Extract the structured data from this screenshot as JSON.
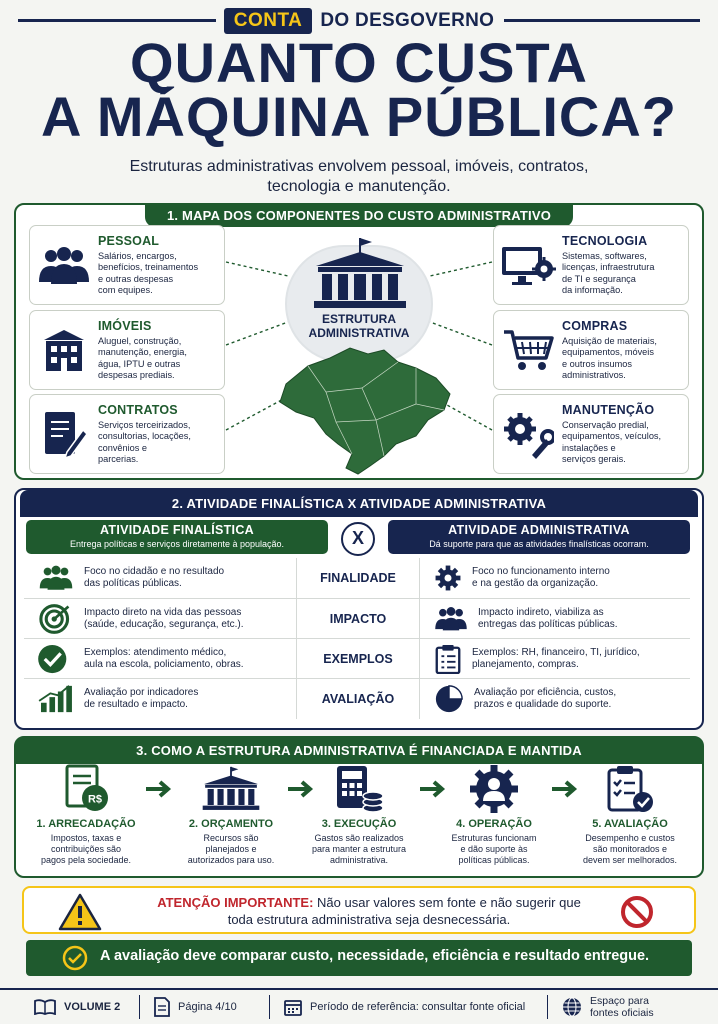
{
  "brand": {
    "tag": "CONTA",
    "rest": "DO DESGOVERNO"
  },
  "title": {
    "line1": "QUANTO CUSTA",
    "line2": "A MÁQUINA PÚBLICA?"
  },
  "subtitle": {
    "line1": "Estruturas administrativas envolvem pessoal, imóveis, contratos,",
    "line2": "tecnologia e manutenção."
  },
  "section1": {
    "heading": "1. MAPA DOS COMPONENTES DO CUSTO ADMINISTRATIVO",
    "center": {
      "line1": "ESTRUTURA",
      "line2": "ADMINISTRATIVA"
    },
    "left": [
      {
        "title": "PESSOAL",
        "text": [
          "Salários, encargos,",
          "benefícios, treinamentos",
          "e outras despesas",
          "com equipes."
        ],
        "icon": "people-icon"
      },
      {
        "title": "IMÓVEIS",
        "text": [
          "Aluguel, construção,",
          "manutenção, energia,",
          "água, IPTU e outras",
          "despesas prediais."
        ],
        "icon": "building-icon"
      },
      {
        "title": "CONTRATOS",
        "text": [
          "Serviços terceirizados,",
          "consultorias, locações,",
          "convênios e",
          "parcerias."
        ],
        "icon": "contract-icon"
      }
    ],
    "right": [
      {
        "title": "TECNOLOGIA",
        "text": [
          "Sistemas, softwares,",
          "licenças, infraestrutura",
          "de TI e segurança",
          "da informação."
        ],
        "icon": "computer-icon"
      },
      {
        "title": "COMPRAS",
        "text": [
          "Aquisição de materiais,",
          "equipamentos, móveis",
          "e outros insumos",
          "administrativos."
        ],
        "icon": "cart-icon"
      },
      {
        "title": "MANUTENÇÃO",
        "text": [
          "Conservação predial,",
          "equipamentos, veículos,",
          "instalações e",
          "serviços gerais."
        ],
        "icon": "tools-icon"
      }
    ]
  },
  "section2": {
    "heading": "2. ATIVIDADE FINALÍSTICA X ATIVIDADE ADMINISTRATIVA",
    "left_head": {
      "title": "ATIVIDADE FINALÍSTICA",
      "sub": "Entrega políticas e serviços diretamente à população."
    },
    "right_head": {
      "title": "ATIVIDADE ADMINISTRATIVA",
      "sub": "Dá suporte para que as atividades finalísticas ocorram."
    },
    "vs": "X",
    "rows": [
      {
        "label": "FINALIDADE",
        "left": [
          "Foco no cidadão e no resultado",
          "das políticas públicas."
        ],
        "right": [
          "Foco no funcionamento interno",
          "e na gestão da organização."
        ]
      },
      {
        "label": "IMPACTO",
        "left": [
          "Impacto direto na vida das pessoas",
          "(saúde, educação, segurança, etc.)."
        ],
        "right": [
          "Impacto indireto, viabiliza as",
          "entregas das políticas públicas."
        ]
      },
      {
        "label": "EXEMPLOS",
        "left": [
          "Exemplos: atendimento médico,",
          "aula na escola, policiamento, obras."
        ],
        "right": [
          "Exemplos: RH, financeiro, TI, jurídico,",
          "planejamento, compras."
        ]
      },
      {
        "label": "AVALIAÇÃO",
        "left": [
          "Avaliação por indicadores",
          "de resultado e impacto."
        ],
        "right": [
          "Avaliação por eficiência, custos,",
          "prazos e qualidade do suporte."
        ]
      }
    ]
  },
  "section3": {
    "heading": "3. COMO A ESTRUTURA ADMINISTRATIVA É FINANCIADA E MANTIDA",
    "steps": [
      {
        "title": "1. ARRECADAÇÃO",
        "text": [
          "Impostos, taxas e",
          "contribuições são",
          "pagos pela sociedade."
        ],
        "badge": "R$"
      },
      {
        "title": "2. ORÇAMENTO",
        "text": [
          "Recursos são",
          "planejados e",
          "autorizados para uso."
        ]
      },
      {
        "title": "3. EXECUÇÃO",
        "text": [
          "Gastos são realizados",
          "para manter a estrutura",
          "administrativa."
        ]
      },
      {
        "title": "4. OPERAÇÃO",
        "text": [
          "Estruturas funcionam",
          "e dão suporte às",
          "políticas públicas."
        ]
      },
      {
        "title": "5. AVALIAÇÃO",
        "text": [
          "Desempenho e custos",
          "são monitorados e",
          "devem ser melhorados."
        ]
      }
    ]
  },
  "warning": {
    "label": "ATENÇÃO IMPORTANTE:",
    "line1": "Não usar valores sem fonte e não sugerir que",
    "line2": "toda estrutura administrativa seja desnecessária."
  },
  "banner": "A avaliação deve comparar custo, necessidade, eficiência e resultado entregue.",
  "footer": {
    "volume": "VOLUME 2",
    "page": "Página 4/10",
    "period": "Período de referência: consultar fonte oficial",
    "space": [
      "Espaço para",
      "fontes oficiais"
    ]
  },
  "colors": {
    "navy": "#17254f",
    "green": "#1f5a2e",
    "yellow": "#f5c518",
    "red": "#c0262d"
  }
}
